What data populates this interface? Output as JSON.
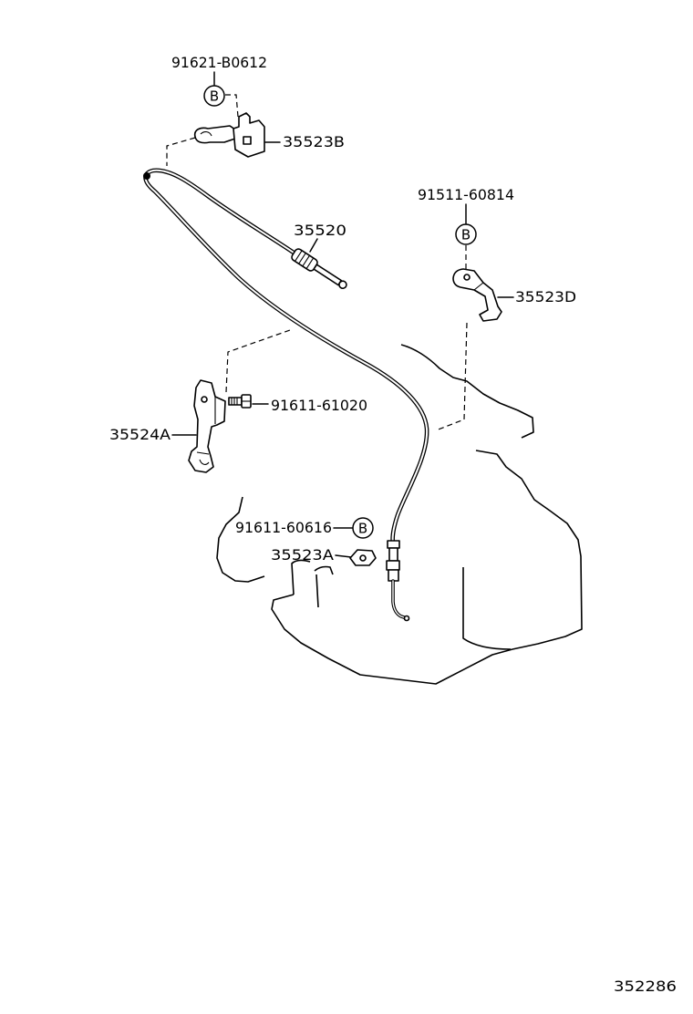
{
  "part_labels": {
    "bolt_91621": "91621-B0612",
    "bracket_35523b": "35523B",
    "bolt_91511": "91511-60814",
    "cable_35520": "35520",
    "bracket_35523d": "35523D",
    "bolt_91611_61020": "91611-61020",
    "bracket_35524a": "35524A",
    "bolt_91611_60616": "91611-60616",
    "bracket_35523a": "35523A"
  },
  "callout_letter": "B",
  "illustration_number": "352286"
}
